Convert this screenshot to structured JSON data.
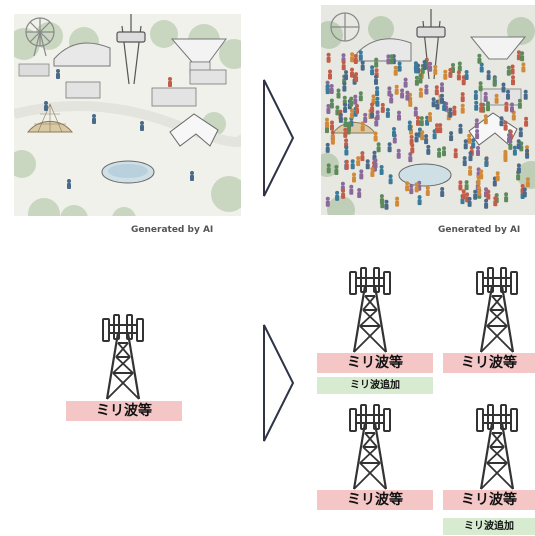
{
  "captions": {
    "left": "Generated by AI",
    "right": "Generated by AI"
  },
  "labels": {
    "mmwave": "ミリ波等",
    "mmwave_added": "ミリ波追加"
  },
  "colors": {
    "label_bg": "#f4c7c6",
    "added_bg": "#d6ebcf",
    "arrow_stroke": "#2e3346",
    "tower_stroke": "#333333"
  },
  "icons": [
    "arrow-right-icon",
    "cell-tower-icon",
    "ferris-wheel-icon",
    "observation-tower-icon",
    "dome-icon",
    "tent-icon",
    "fountain-icon",
    "person-icon"
  ]
}
